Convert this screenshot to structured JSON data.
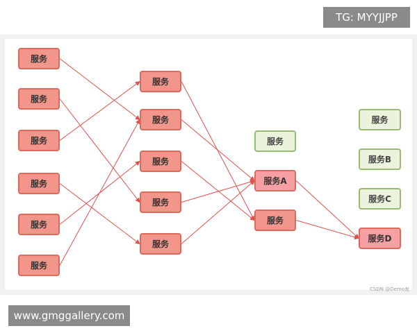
{
  "overlay": {
    "top_tag": "TG: MYYJJPP",
    "bottom_tag": "www.gmggallery.com",
    "watermark": "CSDN @Demo龙"
  },
  "nodes": {
    "l1": "服务",
    "l2": "服务",
    "l3": "服务",
    "l4": "服务",
    "l5": "服务",
    "l6": "服务",
    "m1": "服务",
    "m2": "服务",
    "m3": "服务",
    "m4": "服务",
    "m5": "服务",
    "g1": "服务",
    "a": "服务A",
    "r": "服务",
    "g2": "服务",
    "b": "服务B",
    "c": "服务C",
    "d": "服务D"
  },
  "edges": [
    [
      "l1",
      "m2"
    ],
    [
      "l2",
      "m4"
    ],
    [
      "l3",
      "m1"
    ],
    [
      "l4",
      "m5"
    ],
    [
      "l5",
      "m3"
    ],
    [
      "l6",
      "m2"
    ],
    [
      "m1",
      "r"
    ],
    [
      "m2",
      "a"
    ],
    [
      "m3",
      "r"
    ],
    [
      "m4",
      "a"
    ],
    [
      "m5",
      "a"
    ],
    [
      "a",
      "d"
    ],
    [
      "r",
      "d"
    ]
  ],
  "colors": {
    "node_fill": "#f2958a",
    "node_border": "#d96a5c",
    "green_fill": "#ebf3dd",
    "green_border": "#98bb73",
    "edge": "#e0504a"
  }
}
